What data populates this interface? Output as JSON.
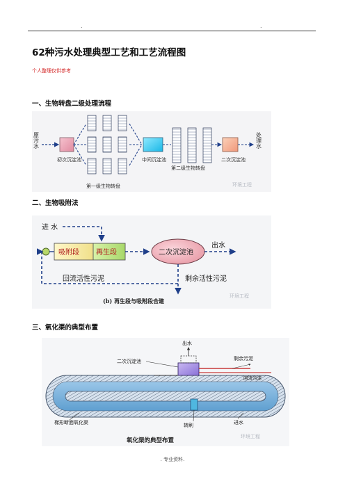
{
  "header": {
    "left_dot": ".",
    "right_dot": "."
  },
  "title": "62种污水处理典型工艺和工艺流程图",
  "note": "个人整理仅供参考",
  "sections": [
    {
      "heading": "一、生物转盘二级处理流程",
      "labels": {
        "inlet": "原污水",
        "primary": "初次沉淀池",
        "stage1": "第一级生物转盘",
        "middle": "中间沉淀池",
        "stage2": "第二级生物转盘",
        "secondary": "二次沉淀池",
        "outlet": "处理水",
        "watermark": "环境工程"
      }
    },
    {
      "heading": "二、生物吸附法",
      "labels": {
        "inflow": "进 水",
        "adsorption": "吸附段",
        "regeneration": "再生段",
        "clarifier": "二次沉淀池",
        "outflow": "出水",
        "return_sludge": "回流活性污泥",
        "excess_sludge": "剩余活性污泥",
        "caption": "(b) 再生段与吸附段合建",
        "watermark": "环境工程"
      }
    },
    {
      "heading": "三、氧化渠的典型布置",
      "labels": {
        "outflow": "出水",
        "clarifier": "二次沉淀池",
        "excess_sludge": "剩余污泥",
        "return_sludge": "回流污泥",
        "channel": "梯形断面氧化渠",
        "rotor": "转刷",
        "inflow": "进水",
        "caption": "氧化渠的典型布置",
        "watermark": "环境工程"
      }
    }
  ],
  "footer": ". 专业资料."
}
